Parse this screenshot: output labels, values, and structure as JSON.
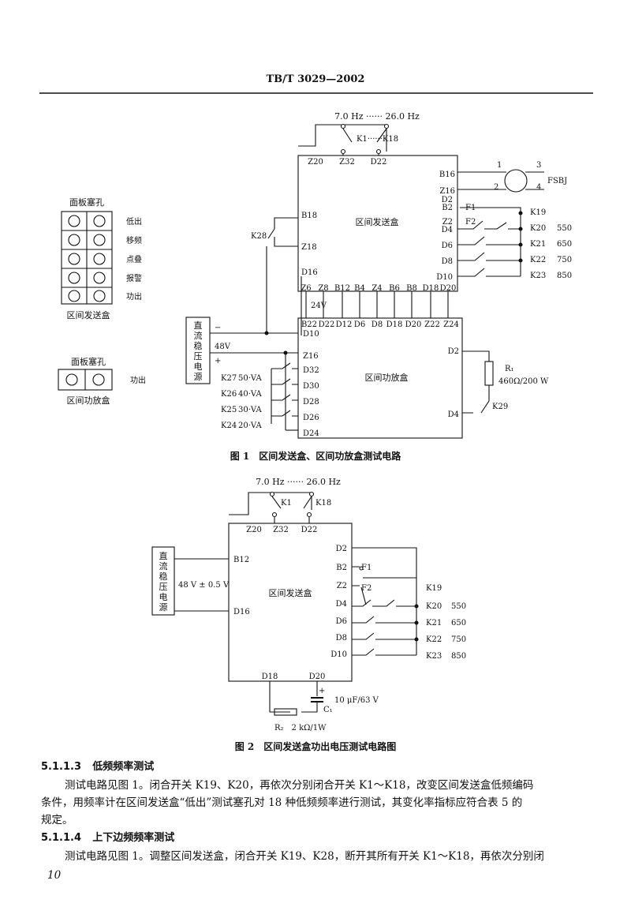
{
  "header": {
    "standard": "TB/T 3029—2002"
  },
  "fig1": {
    "freq": "7.0 Hz ······ 26.0 Hz",
    "k1_range": "K1······K18",
    "top_terms": [
      "Z20",
      "Z32",
      "D22"
    ],
    "box1_title": "区间发送盒",
    "box1_right_terms": [
      "B16",
      "Z16",
      "D2",
      "B2",
      "Z2",
      "D4",
      "D6",
      "D8",
      "D10"
    ],
    "fuse1": "F1",
    "fuse2": "F2",
    "box1_left_terms": [
      "B18",
      "Z18",
      "D16"
    ],
    "box1_bottom_terms": [
      "Z6",
      "Z8",
      "B12",
      "B4",
      "Z4",
      "B6",
      "B8",
      "D18",
      "D20"
    ],
    "fsbj": {
      "pins": [
        "1",
        "2",
        "3",
        "4"
      ],
      "label": "FSBJ"
    },
    "k28": "K28",
    "k_right": [
      {
        "k": "K19",
        "v": ""
      },
      {
        "k": "K20",
        "v": "550"
      },
      {
        "k": "K21",
        "v": "650"
      },
      {
        "k": "K22",
        "v": "750"
      },
      {
        "k": "K23",
        "v": "850"
      }
    ],
    "v24": "24V",
    "box2_title": "区间功放盒",
    "box2_top_terms": [
      "B22",
      "D22",
      "D12",
      "D6",
      "D8",
      "D18",
      "D20",
      "Z22",
      "Z24"
    ],
    "box2_left_terms": [
      "D10",
      "Z16",
      "D32",
      "D30",
      "D28",
      "D26",
      "D24"
    ],
    "box2_right_terms": [
      "D2",
      "D4"
    ],
    "psu_chars": [
      "直",
      "流",
      "稳",
      "压",
      "电",
      "源"
    ],
    "minus": "−",
    "plus": "+",
    "v48": "48V",
    "k_left": [
      {
        "k": "K27",
        "v": "50·VA"
      },
      {
        "k": "K26",
        "v": "40·VA"
      },
      {
        "k": "K25",
        "v": "30·VA"
      },
      {
        "k": "K24",
        "v": "20·VA"
      }
    ],
    "r1": "R₁",
    "r1_val": "460Ω/200 W",
    "k29": "K29",
    "panel1_title": "面板塞孔",
    "panel1_labels": [
      "低出",
      "移频",
      "点叠",
      "报警",
      "功出"
    ],
    "panel1_caption": "区间发送盒",
    "panel2_title": "面板塞孔",
    "panel2_label": "功出",
    "panel2_caption": "区间功放盒",
    "caption": "图 1　区间发送盒、区间功放盒测试电路"
  },
  "fig2": {
    "freq": "7.0 Hz ······ 26.0 Hz",
    "k1": "K1",
    "k18": "K18",
    "top_terms": [
      "Z20",
      "Z32",
      "D22"
    ],
    "box_title": "区间发送盒",
    "left_terms": [
      "B12",
      "D16"
    ],
    "right_terms": [
      "D2",
      "B2",
      "Z2",
      "D4",
      "D6",
      "D8",
      "D10"
    ],
    "fuse1": "F1",
    "fuse2": "F2",
    "bottom_terms": [
      "D18",
      "D20"
    ],
    "psu_chars": [
      "直",
      "流",
      "稳",
      "压",
      "电",
      "源"
    ],
    "v48": "48 V ± 0.5 V",
    "k_right": [
      {
        "k": "K19",
        "v": ""
      },
      {
        "k": "K20",
        "v": "550"
      },
      {
        "k": "K21",
        "v": "650"
      },
      {
        "k": "K22",
        "v": "750"
      },
      {
        "k": "K23",
        "v": "850"
      }
    ],
    "c_plus": "+",
    "c1_val": "10 μF/63 V",
    "c1": "C₁",
    "r2": "R₂　2 kΩ/1W",
    "caption": "图 2　区间发送盒功出电压测试电路图"
  },
  "body": {
    "sec1_num": "5.1.1.3",
    "sec1_title": "低频频率测试",
    "sec1_line1": "测试电路见图 1。闭合开关 K19、K20，再依次分别闭合开关 K1～K18，改变区间发送盒低频编码",
    "sec1_line2": "条件，用频率计在区间发送盒“低出”测试塞孔对 18 种低频频率进行测试，其变化率指标应符合表 5 的",
    "sec1_line3": "规定。",
    "sec2_num": "5.1.1.4",
    "sec2_title": "上下边频频率测试",
    "sec2_line1": "测试电路见图 1。调整区间发送盒，闭合开关 K19、K28，断开其所有开关 K1～K18，再依次分别闭"
  },
  "footer": {
    "page_number": "10"
  }
}
